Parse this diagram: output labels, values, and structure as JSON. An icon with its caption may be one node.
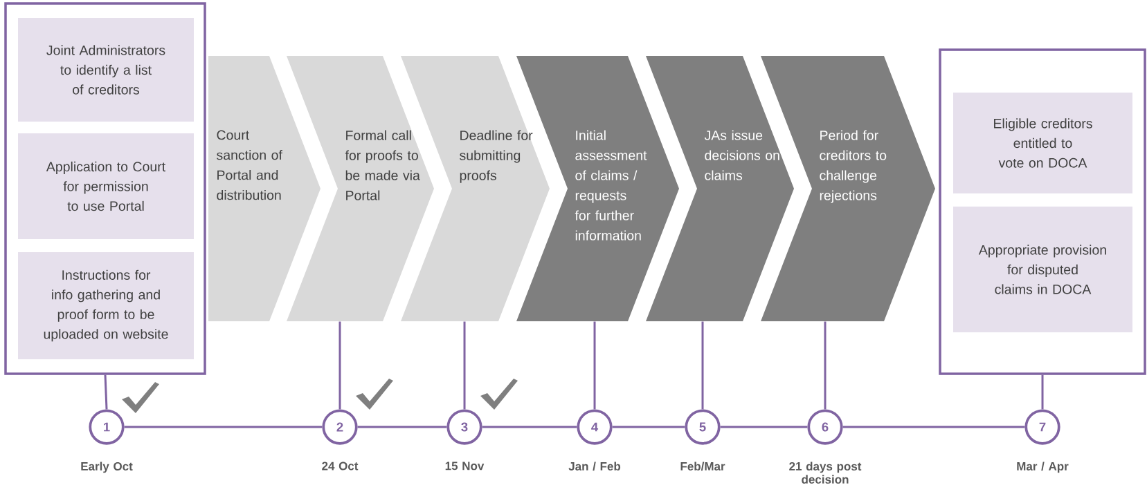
{
  "diagram": {
    "nodes": [
      {
        "text": [],
        "shape": "box"
      },
      {
        "text": [
          "Joint Administrators to identify a list of creditors"
        ],
        "in": 0
      },
      {
        "text": [
          "Application to Court for permission to use Portal"
        ],
        "in": 0
      },
      {
        "text": [
          "Instructions for info gathering and proof form to be uploaded on website"
        ],
        "in": 0
      },
      {
        "text": [
          "Court sanction of Portal and distribution"
        ]
      },
      {
        "text": [
          "Formal call for proofs to be made via Portal"
        ]
      },
      {
        "text": [
          "Deadline for submitting proofs"
        ]
      },
      {
        "text": [
          "Initial assessment of claims / requests for further information"
        ]
      },
      {
        "text": [
          "JAs issue decisions on claims"
        ]
      },
      {
        "text": [
          "Period for creditors to challenge rejections"
        ]
      },
      {
        "text": [],
        "shape": "box"
      },
      {
        "text": [
          "Eligible creditors entitled to vote on DOCA"
        ],
        "in": 10
      },
      {
        "text": [
          "Appropriate provision for disputed claims in DOCA"
        ],
        "in": 10
      },
      {
        "text": [
          "1"
        ],
        "beside": [
          "Early Oct"
        ]
      },
      {
        "text": [
          "2"
        ],
        "beside": [
          "24 Oct"
        ]
      },
      {
        "text": [
          "3"
        ],
        "beside": [
          "15 Nov"
        ]
      },
      {
        "text": [
          "4"
        ],
        "beside": [
          "Jan / Feb"
        ]
      },
      {
        "text": [
          "5"
        ],
        "beside": [
          "Feb/Mar"
        ]
      },
      {
        "text": [
          "6"
        ],
        "beside": [
          "21 days post decision"
        ]
      },
      {
        "text": [
          "7"
        ],
        "beside": [
          "Mar / Apr"
        ]
      }
    ],
    "edges": [
      {
        "from": 0,
        "to": 13,
        "arrow": "none"
      },
      {
        "from": 5,
        "to": 14,
        "arrow": "none"
      },
      {
        "from": 6,
        "to": 15,
        "arrow": "none"
      },
      {
        "from": 7,
        "to": 16,
        "arrow": "none"
      },
      {
        "from": 8,
        "to": 17,
        "arrow": "none"
      },
      {
        "from": 9,
        "to": 18,
        "arrow": "none"
      },
      {
        "from": 10,
        "to": 19,
        "arrow": "none"
      },
      {
        "from": 13,
        "to": 14,
        "arrow": "none"
      },
      {
        "from": 14,
        "to": 15,
        "arrow": "none"
      },
      {
        "from": 15,
        "to": 16,
        "arrow": "none"
      },
      {
        "from": 16,
        "to": 17,
        "arrow": "none"
      },
      {
        "from": 17,
        "to": 18,
        "arrow": "none"
      },
      {
        "from": 18,
        "to": 19,
        "arrow": "none"
      }
    ]
  }
}
